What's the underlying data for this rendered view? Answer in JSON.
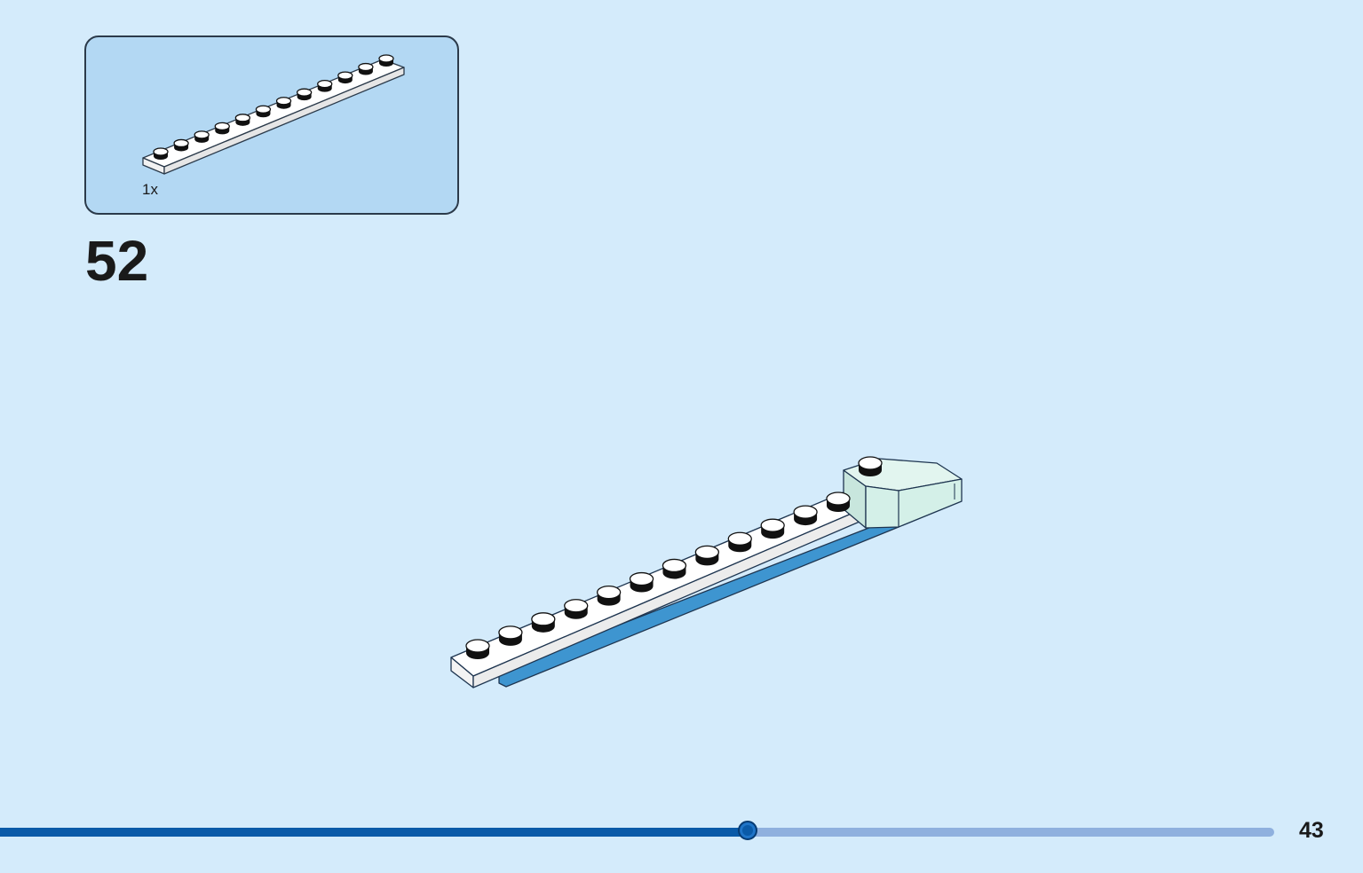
{
  "step": {
    "number": "52"
  },
  "parts_callout": {
    "quantity": "1x",
    "part_icon": "white-1x12-plate-icon"
  },
  "progress": {
    "fraction": 0.587
  },
  "page": {
    "number": "43"
  },
  "colors": {
    "background": "#d4ebfb",
    "callout_background": "#b3d8f3",
    "progress_fill": "#0a5aa8",
    "progress_track": "#8fb0de",
    "plate_white": "#ffffff",
    "plate_blue": "#3e95d0",
    "slope_mint": "#d4f0e8"
  }
}
